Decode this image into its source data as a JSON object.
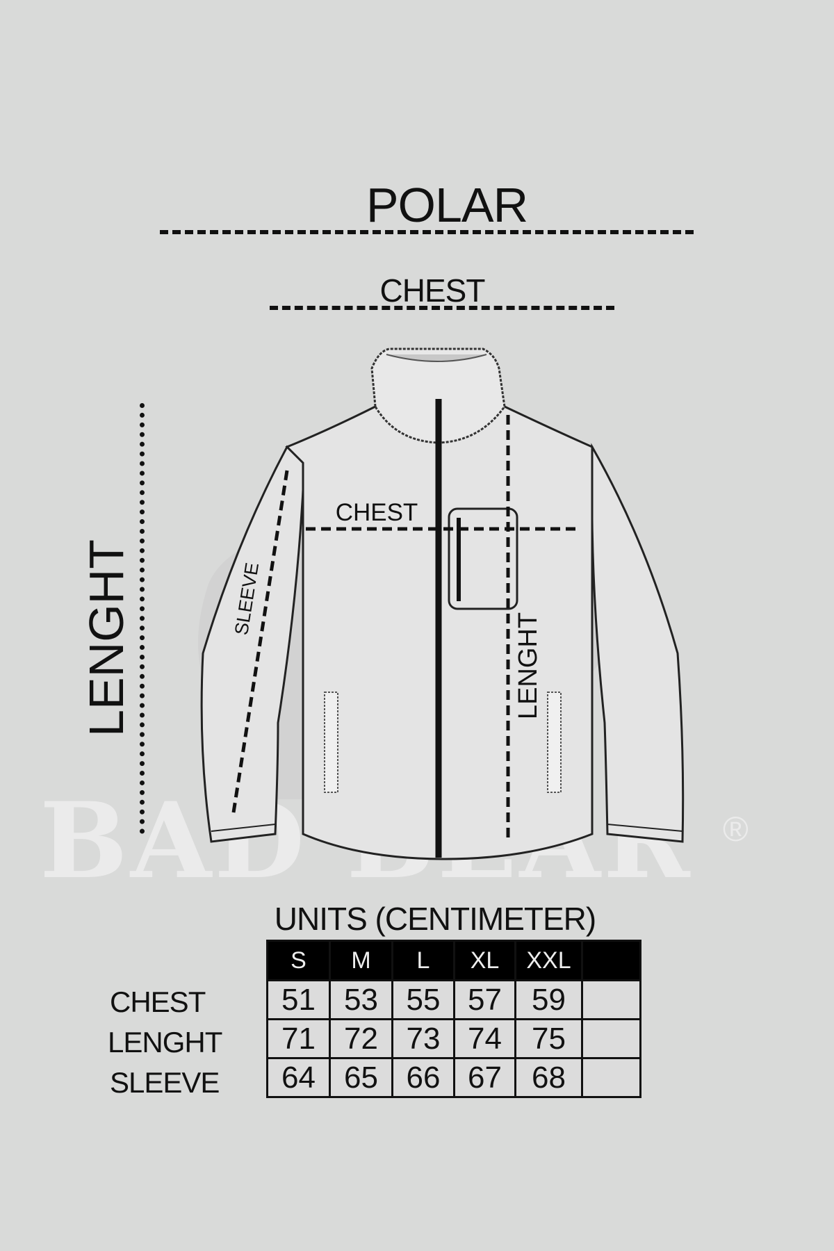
{
  "title": "POLAR",
  "top_measure_label": "CHEST",
  "left_measure_label": "LENGHT",
  "diagram": {
    "chest_label": "CHEST",
    "length_label": "LENGHT",
    "sleeve_label": "SLEEVE"
  },
  "watermark": {
    "text": "BAD BEAR",
    "registered": "®"
  },
  "units_label": "UNITS (CENTIMETER)",
  "size_table": {
    "headers": [
      "S",
      "M",
      "L",
      "XL",
      "XXL",
      ""
    ],
    "rows": [
      {
        "label": "CHEST",
        "values": [
          "51",
          "53",
          "55",
          "57",
          "59",
          ""
        ]
      },
      {
        "label": "LENGHT",
        "values": [
          "71",
          "72",
          "73",
          "74",
          "75",
          ""
        ]
      },
      {
        "label": "SLEEVE",
        "values": [
          "64",
          "65",
          "66",
          "67",
          "68",
          ""
        ]
      }
    ]
  },
  "colors": {
    "background": "#d9dad9",
    "header_bg": "#000000",
    "jacket_fill": "#e4e4e4"
  }
}
